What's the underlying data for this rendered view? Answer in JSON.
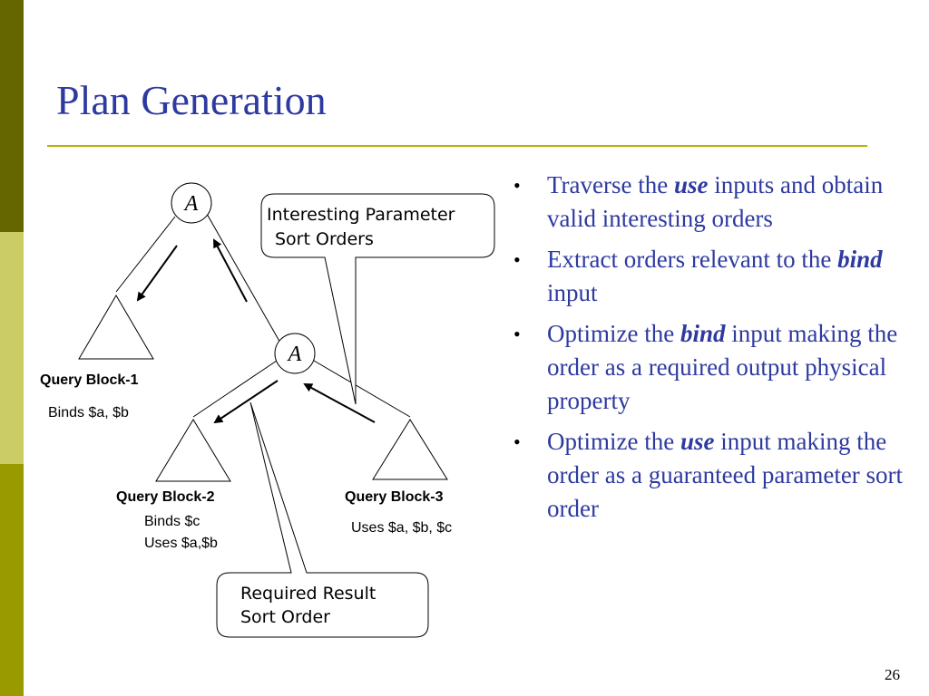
{
  "colors": {
    "sidebar": [
      "#666600",
      "#cccc66",
      "#999900"
    ],
    "title": "#2e3aa0",
    "rule": "#b3b300",
    "bullet_text": "#2e3aa0"
  },
  "slide": {
    "title": "Plan Generation",
    "page_number": "26"
  },
  "diagram": {
    "node_top": "A",
    "node_mid": "A",
    "blocks": [
      {
        "name": "Query Block-1",
        "lines": [
          "Binds $a, $b"
        ]
      },
      {
        "name": "Query Block-2",
        "lines": [
          "Binds $c",
          "Uses $a,$b"
        ]
      },
      {
        "name": "Query Block-3",
        "lines": [
          "Uses $a, $b, $c"
        ]
      }
    ],
    "callouts": {
      "interesting": [
        "Interesting Parameter",
        "Sort Orders"
      ],
      "required": [
        "Required Result",
        "Sort Order"
      ]
    }
  },
  "bullets": [
    {
      "before": "Traverse the ",
      "emph": "use",
      "after": " inputs and obtain valid interesting orders"
    },
    {
      "before": "Extract orders relevant to the ",
      "emph": "bind",
      "after": " input"
    },
    {
      "before": "Optimize the ",
      "emph": "bind",
      "after": " input making the order as a required output physical property"
    },
    {
      "before": "Optimize the ",
      "emph": "use",
      "after": " input making the order as a guaranteed parameter sort order"
    }
  ]
}
